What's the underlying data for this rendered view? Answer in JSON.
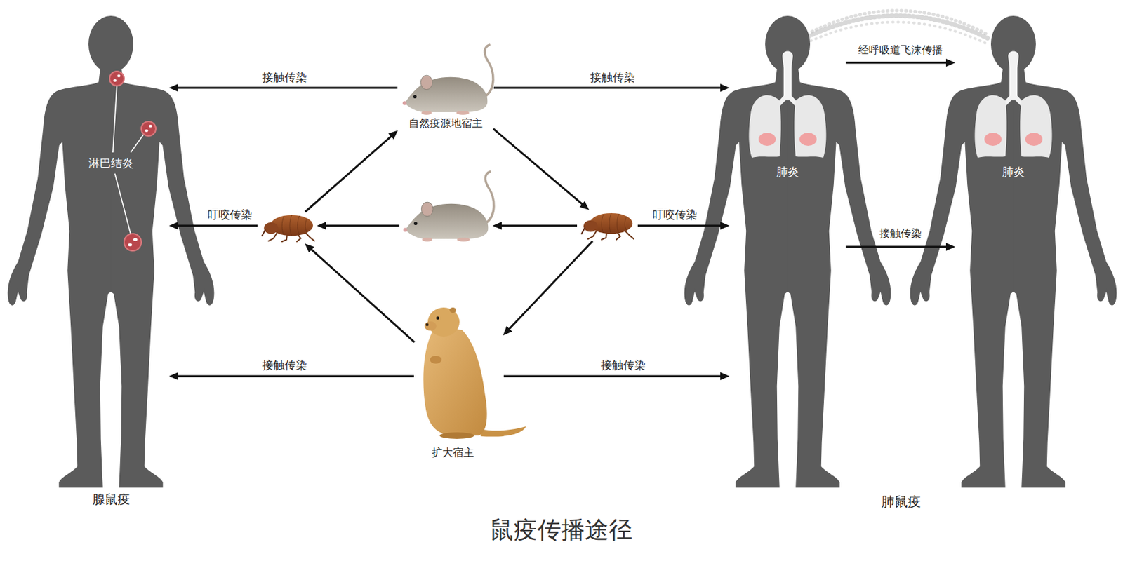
{
  "diagram": {
    "title": "鼠疫传播途径",
    "nodes": [
      {
        "text": [
          "淋巴结炎",
          "腺鼠疫"
        ]
      },
      {
        "text": [
          "自然疫源地宿主"
        ]
      },
      {
        "text": [
          "肺炎"
        ]
      },
      {
        "text": [
          "肺炎"
        ]
      },
      {
        "text": []
      },
      {
        "text": []
      },
      {
        "text": []
      },
      {
        "text": [
          "扩大宿主"
        ]
      }
    ],
    "edges": [
      {
        "from": 1,
        "to": 0,
        "arrow": "to",
        "label": "接触传染"
      },
      {
        "from": 1,
        "to": 2,
        "arrow": "to",
        "label": "接触传染"
      },
      {
        "from": 4,
        "to": 0,
        "arrow": "to",
        "label": "叮咬传染"
      },
      {
        "from": 5,
        "to": 4,
        "arrow": "to"
      },
      {
        "from": 6,
        "to": 5,
        "arrow": "to"
      },
      {
        "from": 6,
        "to": 2,
        "arrow": "to",
        "label": "叮咬传染"
      },
      {
        "from": 4,
        "to": 1,
        "arrow": "to"
      },
      {
        "from": 1,
        "to": 6,
        "arrow": "to"
      },
      {
        "from": 6,
        "to": 7,
        "arrow": "to"
      },
      {
        "from": 7,
        "to": 4,
        "arrow": "to"
      },
      {
        "from": 7,
        "to": 0,
        "arrow": "to",
        "label": "接触传染"
      },
      {
        "from": 7,
        "to": 2,
        "arrow": "to",
        "label": "接触传染"
      },
      {
        "from": 2,
        "to": 3,
        "arrow": "to",
        "label": "经呼吸道飞沫传播"
      },
      {
        "from": 2,
        "to": 3,
        "arrow": "to",
        "label": "接触传染"
      }
    ],
    "labels": [
      "肺鼠疫"
    ]
  }
}
